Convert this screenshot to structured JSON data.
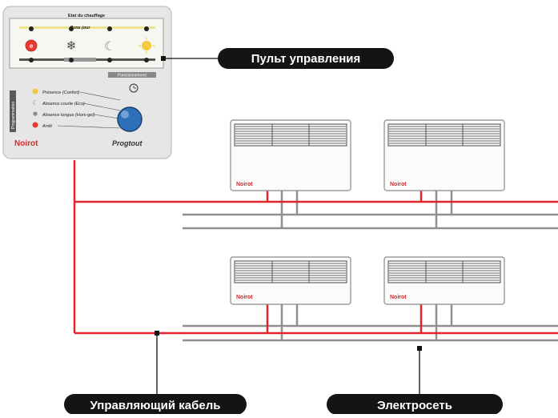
{
  "control_panel": {
    "heading": "Etat du chauffage",
    "zone_label": "Zone jour",
    "program_label": "Fonctionnement",
    "side_label": "Programmation",
    "modes": [
      {
        "label": "Présence (Confort)"
      },
      {
        "label": "Absence courte (Eco)"
      },
      {
        "label": "Absence longue (Hors-gel)"
      },
      {
        "label": "Arrêt"
      }
    ],
    "brand": "Noirot",
    "model": "Progtout"
  },
  "heater_brand": "Noirot",
  "callouts": {
    "remote": "Пульт управления",
    "control_cable": "Управляющий кабель",
    "mains": "Электросеть"
  },
  "colors": {
    "control_wire": "#e3262c",
    "mains_wire": "#8f8f8f",
    "callout_bg": "#141414",
    "brand_red": "#d62a2a"
  }
}
